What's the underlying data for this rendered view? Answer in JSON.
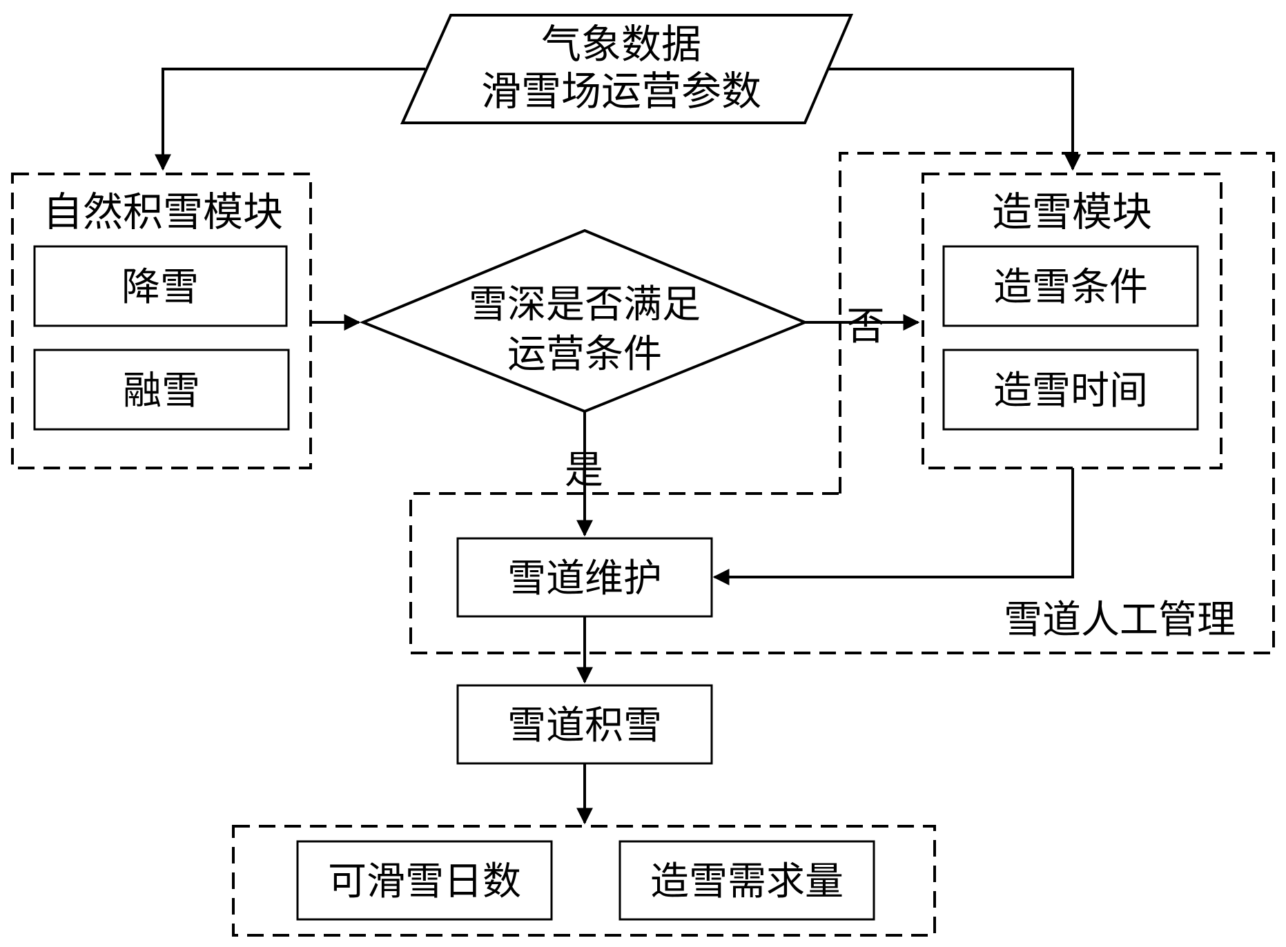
{
  "input": {
    "line1": "气象数据",
    "line2": "滑雪场运营参数"
  },
  "natural_module": {
    "title": "自然积雪模块",
    "items": [
      "降雪",
      "融雪"
    ]
  },
  "decision": {
    "line1": "雪深是否满足",
    "line2": "运营条件",
    "yes_label": "是",
    "no_label": "否"
  },
  "snowmaking_module": {
    "title": "造雪模块",
    "items": [
      "造雪条件",
      "造雪时间"
    ]
  },
  "manual_management": {
    "title": "雪道人工管理",
    "maintenance": "雪道维护"
  },
  "accumulation": "雪道积雪",
  "outputs": [
    "可滑雪日数",
    "造雪需求量"
  ]
}
